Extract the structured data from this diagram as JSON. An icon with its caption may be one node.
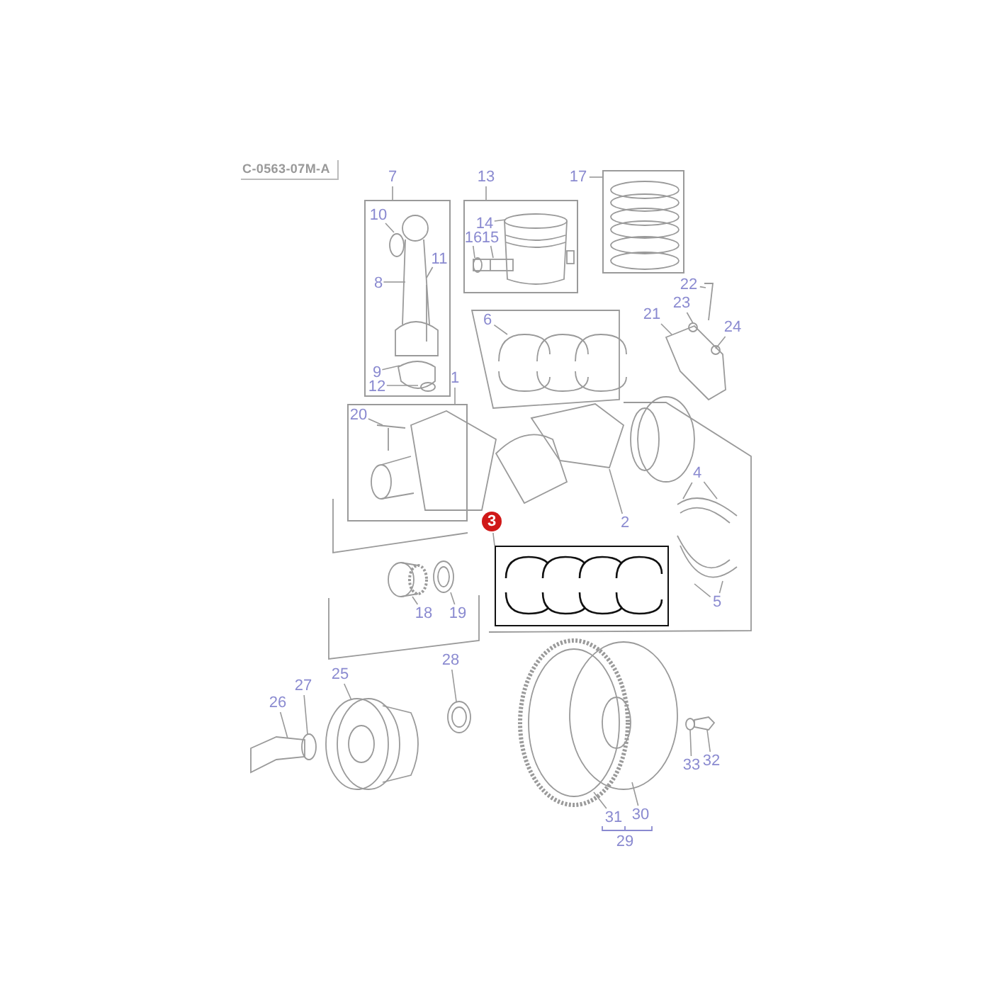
{
  "diagram": {
    "nodes": [
      {
        "text": [],
        "shape": "box"
      },
      {
        "text": [
          "7"
        ]
      },
      {
        "text": [
          "10"
        ],
        "in": 0
      },
      {
        "text": [
          "11"
        ],
        "in": 0
      },
      {
        "text": [
          "8"
        ],
        "in": 0
      },
      {
        "text": [
          "9"
        ],
        "in": 0
      },
      {
        "text": [
          "12"
        ],
        "in": 0
      },
      {
        "text": [],
        "shape": "picture",
        "in": 0
      },
      {
        "text": [],
        "shape": "box"
      },
      {
        "text": [
          "13"
        ]
      },
      {
        "text": [
          "14"
        ],
        "in": 8
      },
      {
        "text": [
          "16"
        ],
        "in": 8
      },
      {
        "text": [
          "15"
        ],
        "in": 8
      },
      {
        "text": [],
        "shape": "picture",
        "in": 8
      },
      {
        "text": [],
        "shape": "box"
      },
      {
        "text": [
          "17"
        ]
      },
      {
        "text": [],
        "shape": "picture",
        "in": 14
      },
      {
        "text": [
          "22"
        ]
      },
      {
        "text": [
          "23"
        ]
      },
      {
        "text": [
          "21"
        ]
      },
      {
        "text": [
          "24"
        ]
      },
      {
        "text": [],
        "shape": "picture"
      },
      {
        "text": [
          "6"
        ]
      },
      {
        "text": [],
        "shape": "picture"
      },
      {
        "text": [
          "1"
        ]
      },
      {
        "text": [],
        "shape": "box"
      },
      {
        "text": [
          "20"
        ],
        "in": 25
      },
      {
        "text": [],
        "shape": "picture"
      },
      {
        "text": [
          "2"
        ]
      },
      {
        "text": [
          "4"
        ]
      },
      {
        "text": [],
        "shape": "picture"
      },
      {
        "text": [
          "3"
        ]
      },
      {
        "text": [],
        "shape": "box"
      },
      {
        "text": [],
        "shape": "picture",
        "in": 32
      },
      {
        "text": [],
        "shape": "picture"
      },
      {
        "text": [
          "5"
        ]
      },
      {
        "text": [
          "18"
        ]
      },
      {
        "text": [],
        "shape": "cylinder"
      },
      {
        "text": [
          "19"
        ]
      },
      {
        "text": [],
        "shape": "picture"
      },
      {
        "text": [
          "28"
        ]
      },
      {
        "text": [],
        "shape": "picture"
      },
      {
        "text": [
          "25"
        ]
      },
      {
        "text": [],
        "shape": "picture"
      },
      {
        "text": [
          "27"
        ]
      },
      {
        "text": [],
        "shape": "circle"
      },
      {
        "text": [
          "26"
        ]
      },
      {
        "text": [],
        "shape": "picture"
      },
      {
        "text": [],
        "shape": "picture"
      },
      {
        "text": [],
        "shape": "picture"
      },
      {
        "text": [
          "33"
        ]
      },
      {
        "text": [],
        "shape": "circle"
      },
      {
        "text": [
          "32"
        ]
      },
      {
        "text": [],
        "shape": "picture"
      },
      {
        "text": [
          "31"
        ]
      },
      {
        "text": [
          "30"
        ]
      },
      {
        "text": [
          "29"
        ]
      },
      {
        "text": [],
        "shape": "picture",
        "in": 8
      }
    ],
    "edges": [
      {
        "from": 1,
        "to": 0,
        "arrow": "none"
      },
      {
        "from": 2,
        "to": 7,
        "arrow": "none"
      },
      {
        "from": 3,
        "to": 7,
        "arrow": "none"
      },
      {
        "from": 4,
        "to": 7,
        "arrow": "none"
      },
      {
        "from": 5,
        "to": 7,
        "arrow": "none"
      },
      {
        "from": 6,
        "to": 7,
        "arrow": "none"
      },
      {
        "from": 9,
        "to": 8,
        "arrow": "none"
      },
      {
        "from": 10,
        "to": 13,
        "arrow": "none"
      },
      {
        "from": 11,
        "to": 57,
        "arrow": "none"
      },
      {
        "from": 12,
        "to": 57,
        "arrow": "none"
      },
      {
        "from": 15,
        "to": 14,
        "arrow": "none"
      },
      {
        "from": 17,
        "to": 21,
        "arrow": "none"
      },
      {
        "from": 18,
        "to": 21,
        "arrow": "none"
      },
      {
        "from": 19,
        "to": 21,
        "arrow": "none"
      },
      {
        "from": 20,
        "to": 21,
        "arrow": "none"
      },
      {
        "from": 22,
        "to": 23,
        "arrow": "none"
      },
      {
        "from": 24,
        "to": 25,
        "arrow": "none"
      },
      {
        "from": 26,
        "to": 27,
        "arrow": "none"
      },
      {
        "from": 28,
        "to": 27,
        "arrow": "none"
      },
      {
        "from": 29,
        "to": 30,
        "arrow": "none"
      },
      {
        "from": 29,
        "to": 30,
        "arrow": "none"
      },
      {
        "from": 31,
        "to": 32,
        "arrow": "none"
      },
      {
        "from": 35,
        "to": 34,
        "arrow": "none"
      },
      {
        "from": 35,
        "to": 34,
        "arrow": "none"
      },
      {
        "from": 36,
        "to": 37,
        "arrow": "none"
      },
      {
        "from": 38,
        "to": 39,
        "arrow": "none"
      },
      {
        "from": 40,
        "to": 41,
        "arrow": "none"
      },
      {
        "from": 42,
        "to": 43,
        "arrow": "none"
      },
      {
        "from": 44,
        "to": 45,
        "arrow": "none"
      },
      {
        "from": 46,
        "to": 47,
        "arrow": "none"
      },
      {
        "from": 50,
        "to": 51,
        "arrow": "none"
      },
      {
        "from": 52,
        "to": 53,
        "arrow": "none"
      },
      {
        "from": 54,
        "to": 48,
        "arrow": "none"
      },
      {
        "from": 55,
        "to": 49,
        "arrow": "none"
      }
    ],
    "labels": [
      "C-0563-07M-A"
    ]
  }
}
